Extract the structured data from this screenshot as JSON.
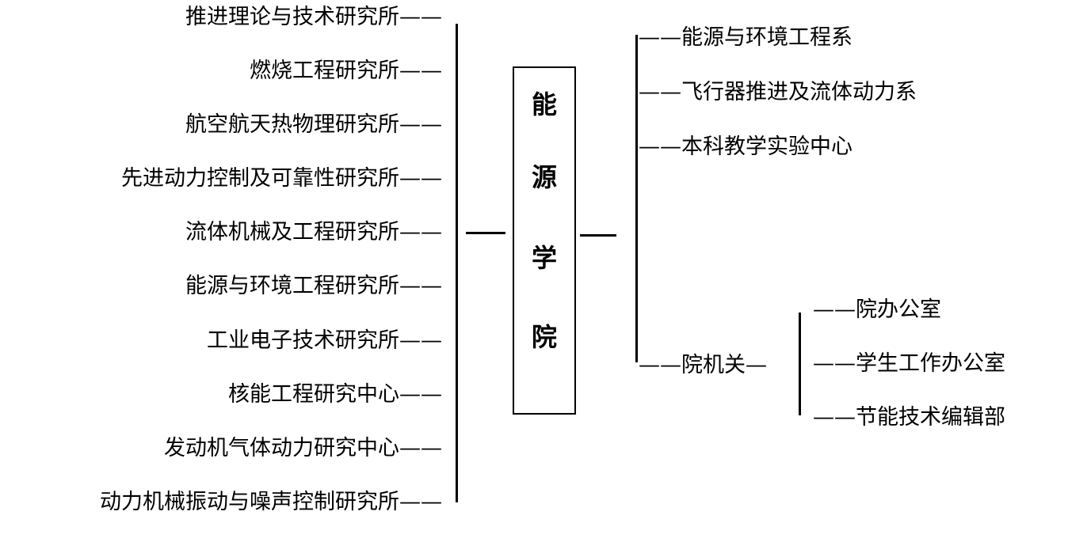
{
  "center": {
    "chars": [
      "能",
      "源",
      "学",
      "院"
    ]
  },
  "left_items": [
    "推进理论与技术研究所——",
    "燃烧工程研究所——",
    "航空航天热物理研究所——",
    "先进动力控制及可靠性研究所——",
    "流体机械及工程研究所——",
    "能源与环境工程研究所——",
    "工业电子技术研究所——",
    "核能工程研究中心——",
    "发动机气体动力研究中心——",
    "动力机械振动与噪声控制研究所——"
  ],
  "right_items": [
    "——能源与环境工程系",
    "——飞行器推进及流体动力系",
    "——本科教学实验中心",
    "——院机关—"
  ],
  "office_items": [
    "——院办公室",
    "——学生工作办公室",
    "——节能技术编辑部"
  ]
}
